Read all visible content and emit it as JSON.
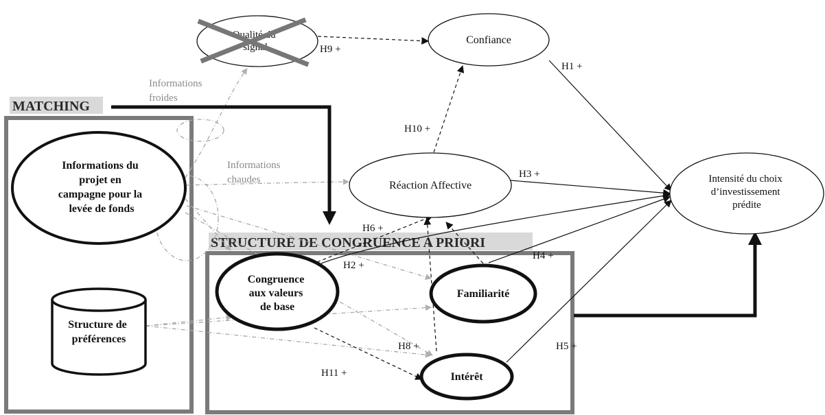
{
  "sections": {
    "matching": "MATCHING",
    "congruence": "STRUCTURE DE CONGRUENCE A PRIORI"
  },
  "nodes": {
    "qualite": [
      "Qualité du",
      "signal"
    ],
    "confiance": [
      "Confiance"
    ],
    "reaction": [
      "Réaction Affective"
    ],
    "intensite": [
      "Intensité du choix",
      "d’investissement",
      "prédite"
    ],
    "informations": [
      "Informations du",
      "projet en",
      "campagne pour la",
      "levée de fonds"
    ],
    "preferences": [
      "Structure de",
      "préférences"
    ],
    "congruence": [
      "Congruence",
      "aux valeurs",
      "de base"
    ],
    "familiarite": [
      "Familiarité"
    ],
    "interet": [
      "Intérêt"
    ]
  },
  "annotations": {
    "froides": [
      "Informations",
      "froides"
    ],
    "chaudes": [
      "Informations",
      "chaudes"
    ]
  },
  "hypotheses": {
    "h1": "H1 +",
    "h2": "H2 +",
    "h3": "H3 +",
    "h4": "H4 +",
    "h5": "H5 +",
    "h6": "H6 +",
    "h8": "H8 +",
    "h9": "H9 +",
    "h10": "H10 +",
    "h11": "H11 +"
  },
  "colors": {
    "line": "#111111",
    "grey_link": "#a8a8a8",
    "box_border": "#7a7a7a",
    "header_bg": "#d9d9d9",
    "cross": "#777777"
  }
}
